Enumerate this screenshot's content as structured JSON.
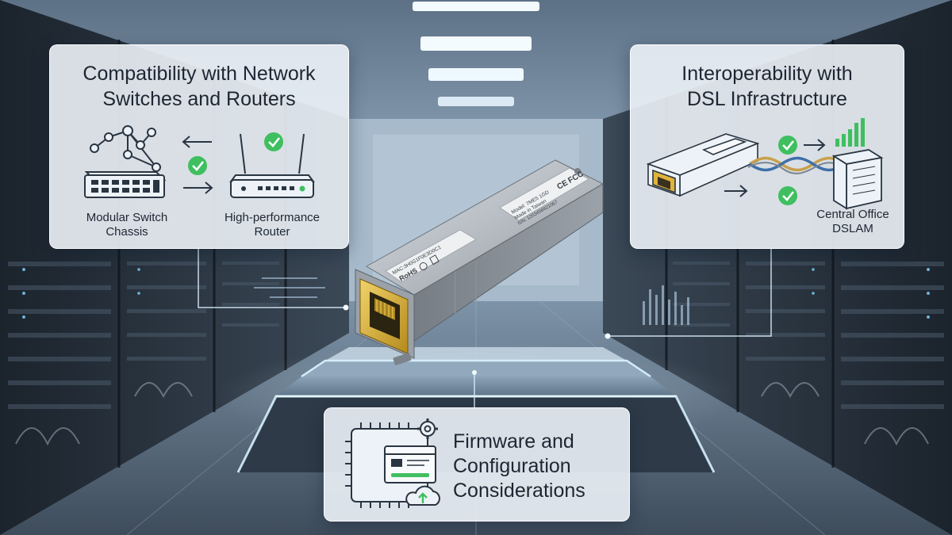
{
  "cards": {
    "compatibility": {
      "title_line1": "Compatibility with Network",
      "title_line2": "Switches and Routers",
      "left_device_line1": "Modular Switch",
      "left_device_line2": "Chassis",
      "right_device_line1": "High-performance",
      "right_device_line2": "Router"
    },
    "dsl": {
      "title_line1": "Interoperability with",
      "title_line2": "DSL Infrastructure",
      "device_line1": "Central Office",
      "device_line2": "DSLAM"
    },
    "firmware": {
      "title_line1": "Firmware and",
      "title_line2": "Configuration",
      "title_line3": "Considerations"
    }
  },
  "module": {
    "label_top_line1": "Model: 7ME5 1GD",
    "label_top_line2": "Made in Taiwan",
    "label_top_line3": "S/N: 1203456921067",
    "fcc_mark": "FCC",
    "ce_mark": "CE",
    "label_front_code": "MAC:3H0G1F0E3D0C1",
    "rohs_mark": "RoHS"
  },
  "colors": {
    "card_bg": "#ecf2f7",
    "check_green": "#3fbf5f",
    "connector_gold": "#d9ad2e",
    "glow_blue": "#bfe6ff",
    "text_dark": "#1d2632"
  }
}
